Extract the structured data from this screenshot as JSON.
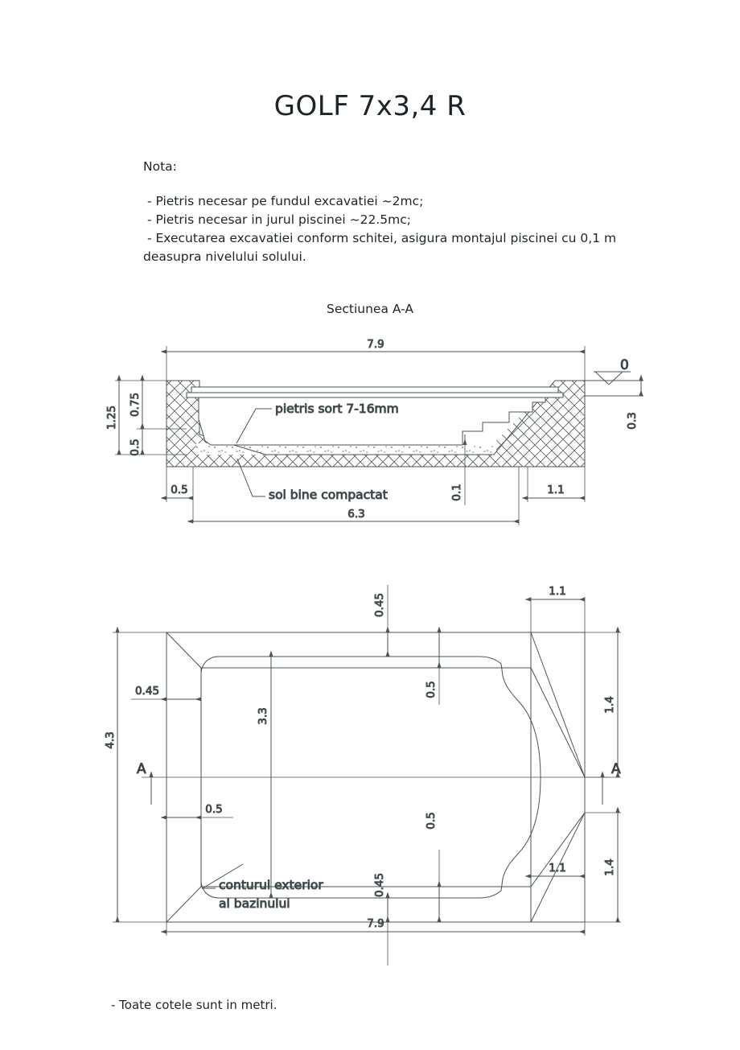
{
  "document": {
    "title": "GOLF 7x3,4 R",
    "units_note": "- Toate cotele sunt in metri."
  },
  "notes": {
    "heading": "Nota:",
    "items": [
      " - Pietris necesar pe fundul excavatiei ~2mc;",
      " - Pietris necesar in jurul piscinei ~22.5mc;",
      " - Executarea excavatiei conform schitei, asigura montajul piscinei cu 0,1 m deasupra nivelului solului."
    ]
  },
  "section_view": {
    "label": "Sectiunea A-A",
    "datum_label": "0",
    "annotations": {
      "gravel": "pietris sort 7-16mm",
      "soil": "sol bine compactat"
    },
    "dimensions": {
      "top_width": "7.9",
      "bottom_width": "6.3",
      "total_depth": "1.25",
      "upper_depth": "0.75",
      "lower_depth": "0.5",
      "left_offset": "0.5",
      "right_offset": "1.1",
      "gravel_bed": "0.1",
      "above_ground": "0.3"
    }
  },
  "plan_view": {
    "annotation": {
      "line1": "conturul exterior",
      "line2": "al bazinului"
    },
    "section_mark_left": "A",
    "section_mark_right": "A",
    "dimensions": {
      "overall_length": "7.9",
      "overall_width": "4.3",
      "pool_width": "3.3",
      "left_gap": "0.45",
      "left_gap_inner": "0.5",
      "top_gap": "0.45",
      "top_gap_inner": "0.5",
      "bottom_gap": "0.45",
      "bottom_gap_inner": "0.5",
      "right_slope_top": "1.1",
      "right_slope_bottom": "1.1",
      "right_depth_top": "1.4",
      "right_depth_bottom": "1.4"
    }
  },
  "style": {
    "line_color": "#4a5356",
    "text_color": "#1d2427",
    "hatch_color": "#5a6366",
    "background": "#ffffff"
  }
}
